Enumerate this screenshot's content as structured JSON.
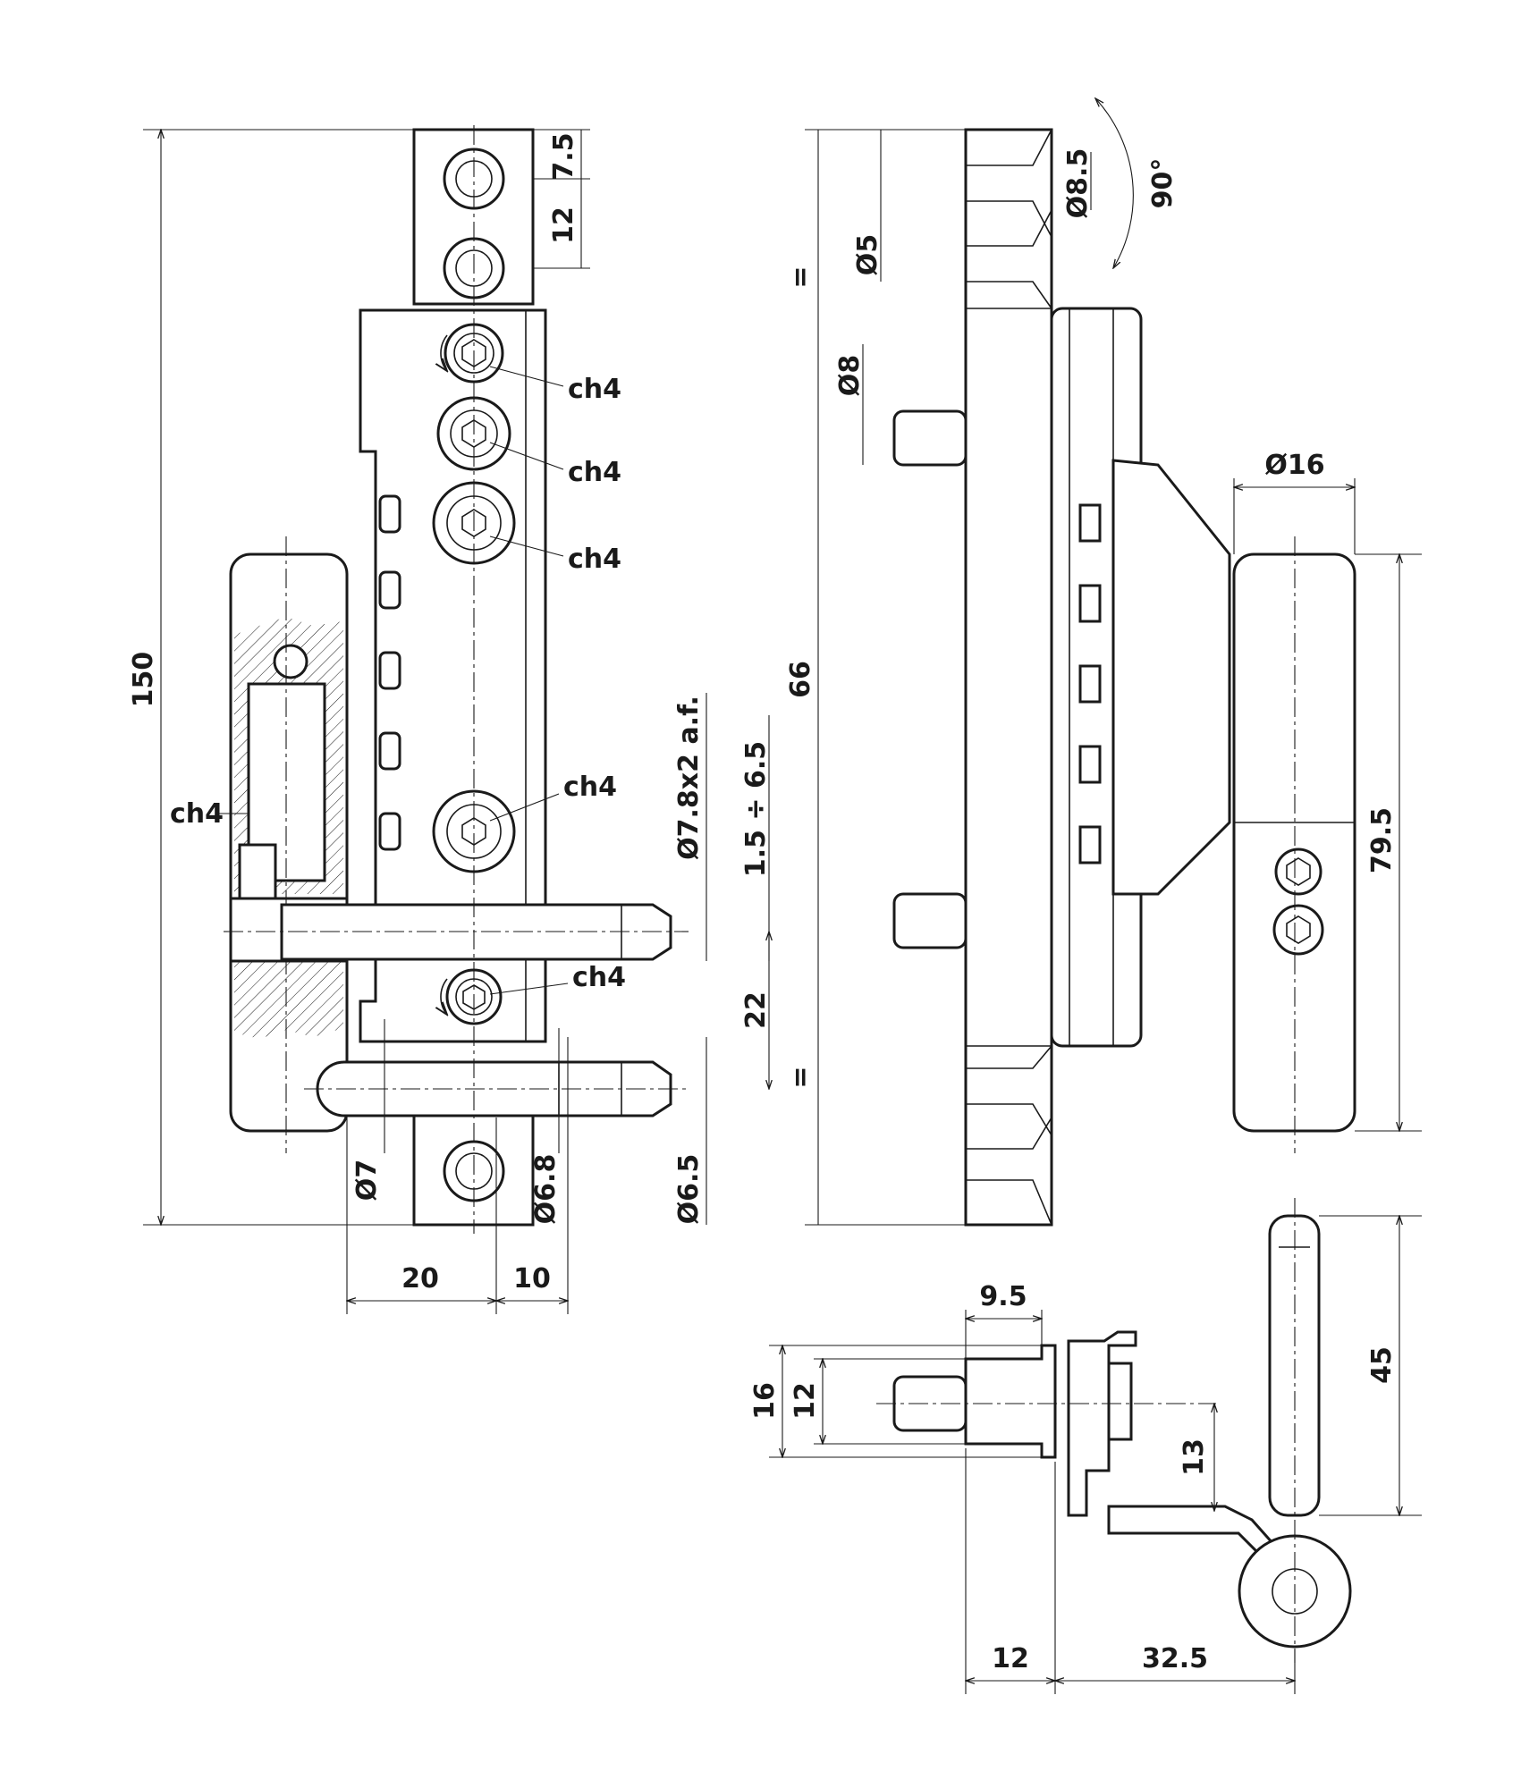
{
  "drawing": {
    "front_view": {
      "height": "150",
      "top_hole_offset": "7.5",
      "hole_spacing": "12",
      "pin_diameter": "Ø7",
      "pin_end_diameter": "Ø6.8",
      "width_left": "20",
      "width_right": "10",
      "wrench_labels": [
        "ch4",
        "ch4",
        "ch4",
        "ch4",
        "ch4",
        "ch4"
      ],
      "pin_hex": "Ø7.8x2 a.f.",
      "adjust_range": "1.5 ÷ 6.5",
      "pin_spacing": "22",
      "lower_pin_diameter": "Ø6.5"
    },
    "side_view": {
      "countersink_diameter": "Ø8.5",
      "screw_diameter": "Ø5",
      "countersink_angle": "90°",
      "peg_diameter": "Ø8",
      "equal_top": "=",
      "equal_bottom": "=",
      "peg_spacing": "66",
      "barrel_diameter": "Ø16",
      "barrel_height": "79.5"
    },
    "top_view": {
      "stem_width": "9.5",
      "outer_height": "16",
      "inner_height": "12",
      "offset": "13",
      "pin_length": "45",
      "base_depth": "12",
      "reach": "32.5"
    }
  }
}
